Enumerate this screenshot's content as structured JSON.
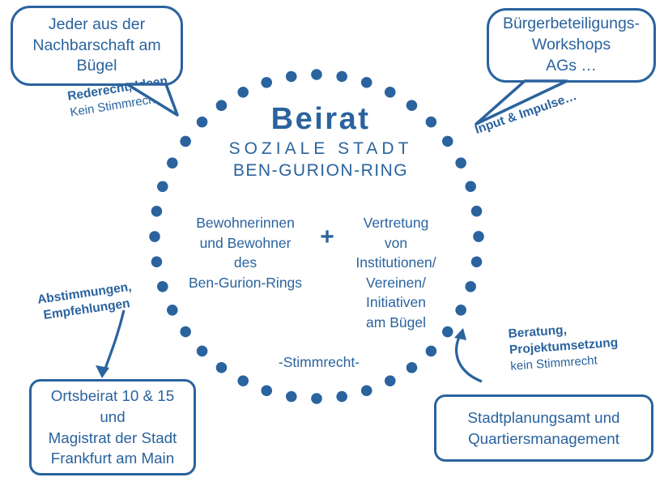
{
  "colors": {
    "accent": "#2a639e",
    "background": "#ffffff"
  },
  "center": {
    "title": "Beirat",
    "subtitle_line1": "SOZIALE STADT",
    "subtitle_line2": "BEN-GURION-RING",
    "residents_group": "Bewohnerinnen\nund Bewohner\ndes\nBen-Gurion-Rings",
    "plus": "+",
    "institutions_group": "Vertretung\nvon\nInstitutionen/\nVereinen/\nInitiativen\nam Bügel",
    "voting_note": "-Stimmrecht-"
  },
  "bubbles": {
    "top_left": {
      "text": "Jeder aus der\nNachbarschaft am\nBügel"
    },
    "top_right": {
      "text": "Bürgerbeteiligungs-\nWorkshops\nAGs …"
    }
  },
  "boxes": {
    "bottom_left": {
      "text": "Ortsbeirat 10 & 15\nund\nMagistrat der Stadt\nFrankfurt am Main"
    },
    "bottom_right": {
      "text": "Stadtplanungsamt und\nQuartiersmanagement"
    }
  },
  "labels": {
    "top_left_bold": "Rederecht, Ideen",
    "top_left_regular": "Kein Stimmrecht",
    "top_right_bold": "Input & Impulse…",
    "bottom_left_bold": "Abstimmungen,\nEmpfehlungen",
    "bottom_right_bold": "Beratung,\nProjektumsetzung",
    "bottom_right_regular": "kein Stimmrecht"
  }
}
